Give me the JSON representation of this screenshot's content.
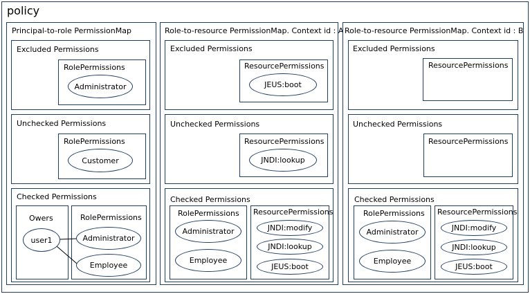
{
  "policy_title": "policy",
  "columns": [
    {
      "title": "Principal-to-role PermissionMap",
      "excluded": {
        "label": "Excluded  Permissions",
        "sub": "RolePermissions",
        "items": [
          "Administrator"
        ]
      },
      "unchecked": {
        "label": "Unchecked  Permissions",
        "sub": "RolePermissions",
        "items": [
          "Customer"
        ]
      },
      "checked": {
        "label": "Checked  Permissions",
        "owners_label": "Owers",
        "owner": "user1",
        "role_sub": "RolePermissions",
        "role_items": [
          "Administrator",
          "Employee"
        ]
      }
    },
    {
      "title": "Role-to-resource PermissionMap. Context id : A",
      "excluded": {
        "label": "Excluded  Permissions",
        "sub": "ResourcePermissions",
        "items": [
          "JEUS:boot"
        ]
      },
      "unchecked": {
        "label": "Unchecked  Permissions",
        "sub": "ResourcePermissions",
        "items": [
          "JNDI:lookup"
        ]
      },
      "checked": {
        "label": "Checked  Permissions",
        "role_sub": "RolePermissions",
        "role_items": [
          "Administrator",
          "Employee"
        ],
        "res_sub": "ResourcePermissions",
        "res_items": [
          "JNDI:modify",
          "JNDI:lookup",
          "JEUS:boot"
        ]
      }
    },
    {
      "title": "Role-to-resource PermissionMap.  Context id : B",
      "excluded": {
        "label": "Excluded  Permissions",
        "sub": "ResourcePermissions",
        "items": []
      },
      "unchecked": {
        "label": "Unchecked  Permissions",
        "sub": "ResourcePermissions",
        "items": []
      },
      "checked": {
        "label": "Checked  Permissions",
        "role_sub": "RolePermissions",
        "role_items": [
          "Administrator",
          "Employee"
        ],
        "res_sub": "ResourcePermissions",
        "res_items": [
          "JNDI:modify",
          "JNDI:lookup",
          "JEUS:boot"
        ]
      }
    }
  ]
}
